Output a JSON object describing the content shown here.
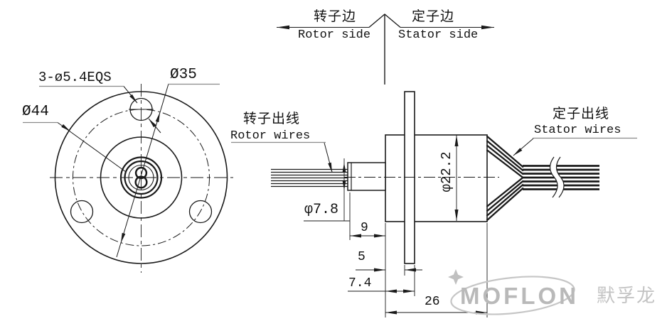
{
  "header": {
    "rotor_side_cn": "转子边",
    "rotor_side_en": "Rotor side",
    "stator_side_cn": "定子边",
    "stator_side_en": "Stator side"
  },
  "front_view": {
    "holes_label": "3-ø5.4EQS",
    "bolt_circle_dia": "Ø35",
    "outer_dia": "Ø44"
  },
  "side_view": {
    "rotor_wires_cn": "转子出线",
    "rotor_wires_en": "Rotor wires",
    "stator_wires_cn": "定子出线",
    "stator_wires_en": "Stator wires",
    "shaft_dia": "φ7.8",
    "body_dia": "φ22.2",
    "shaft_length": "9",
    "flange_offset": "5",
    "flange_back": "7.4",
    "body_length": "26"
  },
  "watermark": {
    "brand": "MOFLON",
    "brand_cn": "默孚龙"
  },
  "colors": {
    "line": "#1a1a1a",
    "underline_gray": "#8a8a8a",
    "watermark_gray": "#c0c0c0"
  }
}
